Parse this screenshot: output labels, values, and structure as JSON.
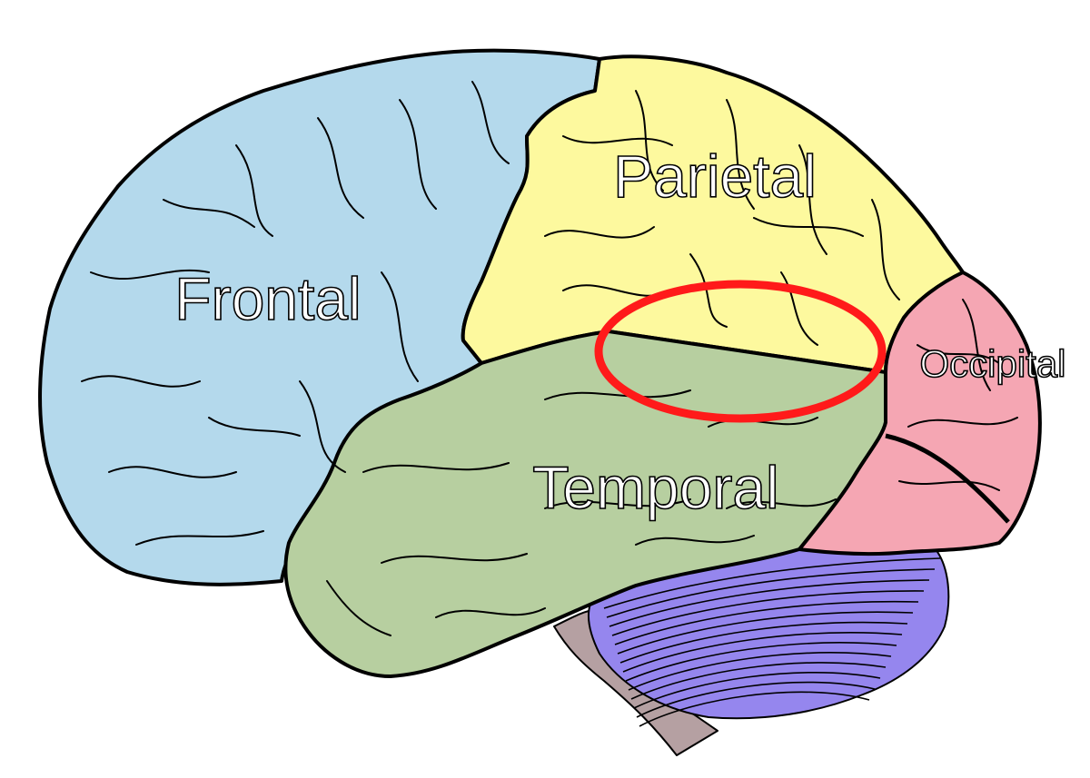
{
  "diagram": {
    "labels": {
      "frontal": "Frontal",
      "parietal": "Parietal",
      "temporal": "Temporal",
      "occipital": "Occipital"
    },
    "colors": {
      "frontal": "#b4d9ec",
      "parietal": "#fdf99e",
      "temporal": "#b7cfa0",
      "occipital": "#f5a6b3",
      "cerebellum": "#9586ee",
      "brainstem": "#b5a0a2",
      "highlight": "#ff1a1a"
    }
  }
}
